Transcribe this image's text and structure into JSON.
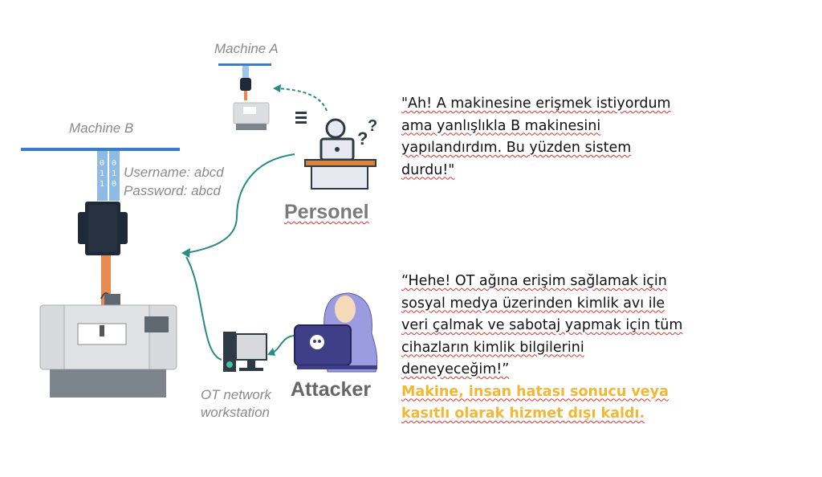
{
  "diagram": {
    "machine_a_label": "Machine A",
    "machine_b_label": "Machine B",
    "username_line": "Username: abcd",
    "password_line": "Password: abcd",
    "personel_label": "Personel",
    "attacker_label": "Attacker",
    "workstation_label_1": "OT network",
    "workstation_label_2": "workstation",
    "colors": {
      "arrow": "#2a8a86",
      "bus": "#3b7dc4",
      "data_blue": "#7fb3e0",
      "data_orange": "#e88a4f",
      "hoodie": "#9b9be0"
    }
  },
  "quotes": {
    "personel_lines": [
      "\"Ah! A makinesine erişmek istiyordum",
      "ama yanlışlıkla B makinesini",
      "yapılandırdım. Bu yüzden sistem",
      "durdu!\""
    ],
    "attacker_lines": [
      "“Hehe! OT ağına erişim sağlamak için",
      "sosyal medya üzerinden kimlik avı ile",
      "veri çalmak ve sabotaj yapmak için tüm",
      "cihazların kimlik bilgilerini",
      "deneyeceğim!”"
    ],
    "conclusion_lines": [
      "Makine, insan hatası sonucu veya",
      "kasıtlı olarak hizmet dışı kaldı."
    ],
    "conclusion_color": "#f2b735"
  }
}
